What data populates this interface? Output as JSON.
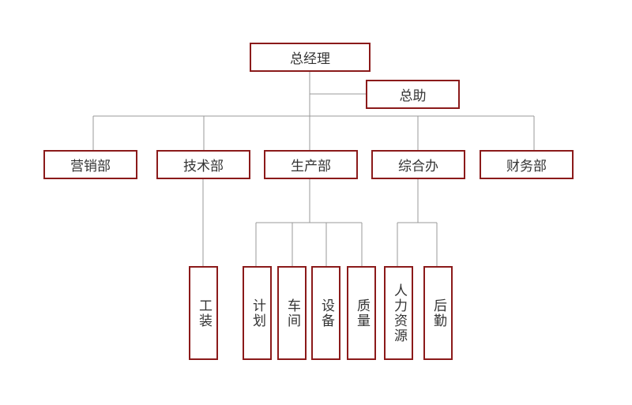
{
  "org_chart": {
    "top": {
      "ceo": "总经理",
      "assistant": "总助"
    },
    "departments": {
      "marketing": "营销部",
      "technology": "技术部",
      "production": "生产部",
      "general_office": "综合办",
      "finance": "财务部"
    },
    "sub_units": {
      "tooling": "工装",
      "planning": "计划",
      "workshop": "车间",
      "equipment": "设备",
      "quality": "质量",
      "human_resources": "人力资源",
      "logistics": "后勤"
    },
    "colors": {
      "border": "#8b1a1a",
      "connector": "#999999",
      "text": "#333333"
    }
  }
}
